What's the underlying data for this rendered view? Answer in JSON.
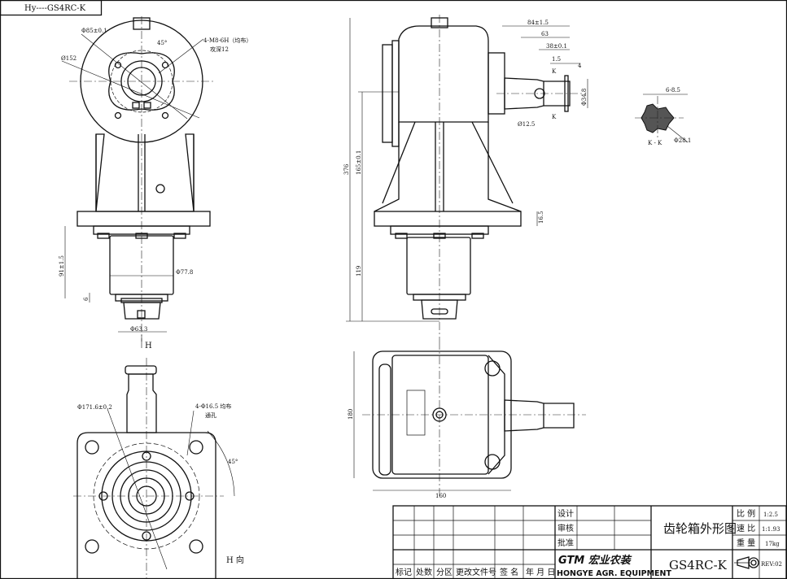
{
  "drawing_id": "Hy----GS4RC-K",
  "front_view": {
    "dims": {
      "pcd": "Φ85±0.1",
      "outer_dia": "Ø152",
      "angle": "45°",
      "holes": "4-M8-6H（均布）",
      "hole_depth": "攻深12",
      "body_dia": "Φ77.8",
      "spline_dia": "Φ63.3",
      "height": "91±1.5",
      "step": "6",
      "view_arrow": "H"
    }
  },
  "side_view": {
    "dims": {
      "total_height": "376",
      "flange_height": "165±0.1",
      "lower_height": "119",
      "plate_thk": "16.5",
      "shaft_len": "84±1.5",
      "shaft_63": "63",
      "shaft_38": "38±0.1",
      "groove": "1.5",
      "ring": "4",
      "shaft_dia": "Φ34.8",
      "pin_dia": "Ø12.5",
      "section_mark": "K"
    }
  },
  "section_kk": {
    "label": "K - K",
    "spline": "6-8.5",
    "dia": "Φ28.1"
  },
  "top_view": {
    "dims": {
      "width": "180",
      "length": "160"
    }
  },
  "h_view": {
    "title": "H 向",
    "dims": {
      "pcd": "Φ171.6±0.2",
      "holes": "4-Φ16.5 均布",
      "holes_note": "通孔",
      "angle": "45°"
    }
  },
  "title_block": {
    "roles": [
      "设计",
      "审核",
      "批准"
    ],
    "revision_headers": [
      "标记",
      "处数",
      "分区",
      "更改文件号",
      "签 名",
      "年 月 日"
    ],
    "drawing_name": "齿轮箱外形图",
    "props": [
      {
        "label": "比 例",
        "value": "1:2.5"
      },
      {
        "label": "速 比",
        "value": "1:1.93"
      },
      {
        "label": "重 量",
        "value": "17kg"
      }
    ],
    "logo_text": "GTM 宏业农装",
    "company": "HONGYE AGR. EQUIPMENT",
    "part_no": "GS4RC-K",
    "rev": "REV:02"
  }
}
